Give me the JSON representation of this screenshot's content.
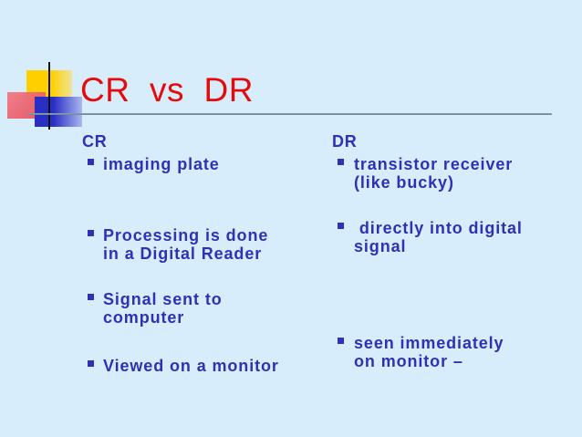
{
  "slide": {
    "title": "CR  vs  DR",
    "colors": {
      "title": "#e30b0b",
      "text": "#2f31b5",
      "background": "#d7edfb"
    },
    "left_column": {
      "heading": "CR",
      "items": [
        {
          "lines": [
            "imaging plate"
          ]
        },
        {
          "lines": [
            "Processing is done",
            "in a Digital Reader"
          ]
        },
        {
          "lines": [
            "Signal sent to",
            "computer"
          ]
        },
        {
          "lines": [
            "Viewed on a monitor"
          ]
        }
      ]
    },
    "right_column": {
      "heading": "DR",
      "items": [
        {
          "lines": [
            "transistor receiver",
            "(like bucky)"
          ]
        },
        {
          "lines": [
            " directly into digital",
            "signal"
          ]
        },
        {
          "lines": [
            "seen immediately",
            "on monitor –"
          ]
        }
      ]
    }
  }
}
